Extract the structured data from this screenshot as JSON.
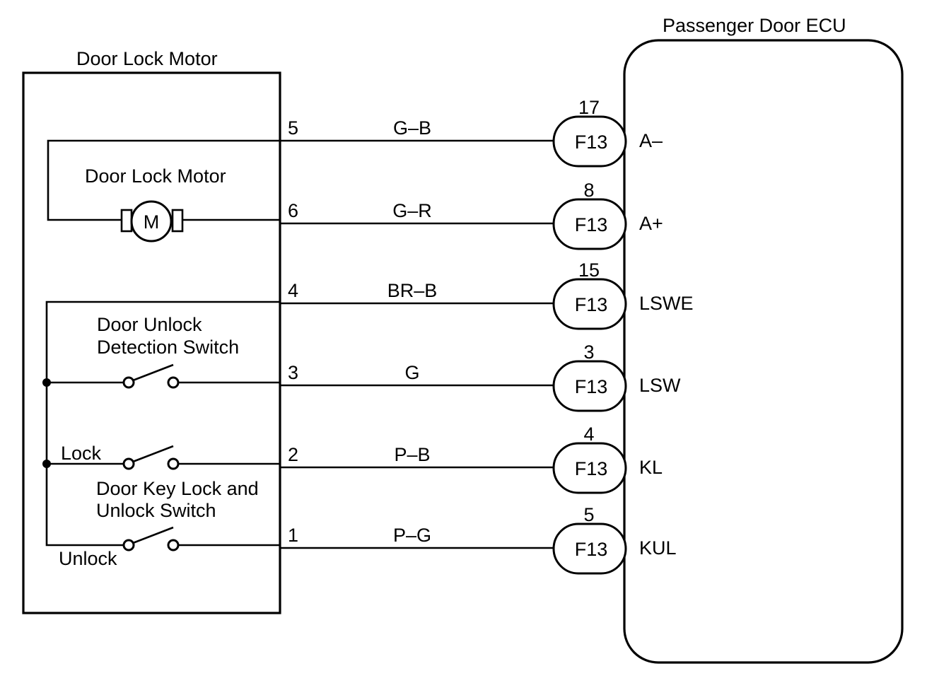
{
  "motor_assembly": {
    "title": "Door Lock Motor",
    "motor_label": "Door Lock Motor",
    "motor_symbol": "M",
    "detection_switch_label": [
      "Door Unlock",
      "Detection Switch"
    ],
    "key_switch_label": [
      "Door Key Lock and",
      "Unlock Switch"
    ],
    "lock_label": "Lock",
    "unlock_label": "Unlock"
  },
  "ecu": {
    "title": "Passenger Door ECU"
  },
  "wires": [
    {
      "pin": "5",
      "color": "G–B",
      "connector": "F13",
      "ecu_pin": "17",
      "terminal": "A–"
    },
    {
      "pin": "6",
      "color": "G–R",
      "connector": "F13",
      "ecu_pin": "8",
      "terminal": "A+"
    },
    {
      "pin": "4",
      "color": "BR–B",
      "connector": "F13",
      "ecu_pin": "15",
      "terminal": "LSWE"
    },
    {
      "pin": "3",
      "color": "G",
      "connector": "F13",
      "ecu_pin": "3",
      "terminal": "LSW"
    },
    {
      "pin": "2",
      "color": "P–B",
      "connector": "F13",
      "ecu_pin": "4",
      "terminal": "KL"
    },
    {
      "pin": "1",
      "color": "P–G",
      "connector": "F13",
      "ecu_pin": "5",
      "terminal": "KUL"
    }
  ]
}
